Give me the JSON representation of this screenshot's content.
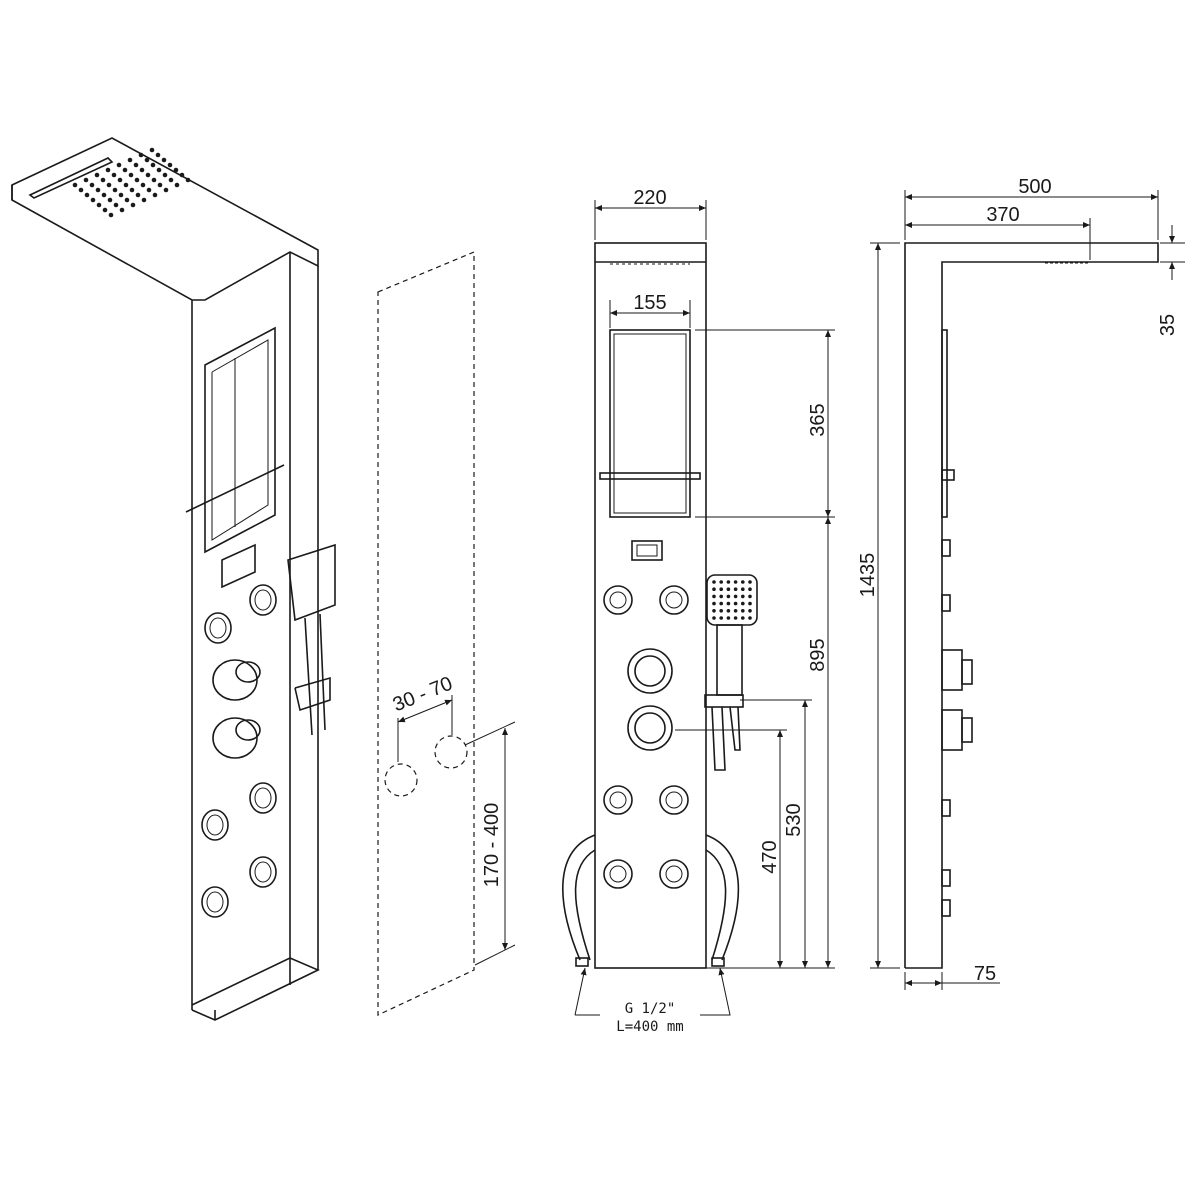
{
  "dimensions": {
    "column_width": "220",
    "niche_width": "155",
    "niche_height": "365",
    "niche_bottom_height": "895",
    "hand_shower_height": "530",
    "mixer_height": "470",
    "total_height": "1435",
    "arm_length": "500",
    "head_offset": "370",
    "head_thickness": "35",
    "column_depth": "75",
    "inlet_spacing": "30 - 70",
    "inlet_height": "170 - 400"
  },
  "hose_note": {
    "thread": "G 1/2\"",
    "length": "L=400 mm"
  }
}
